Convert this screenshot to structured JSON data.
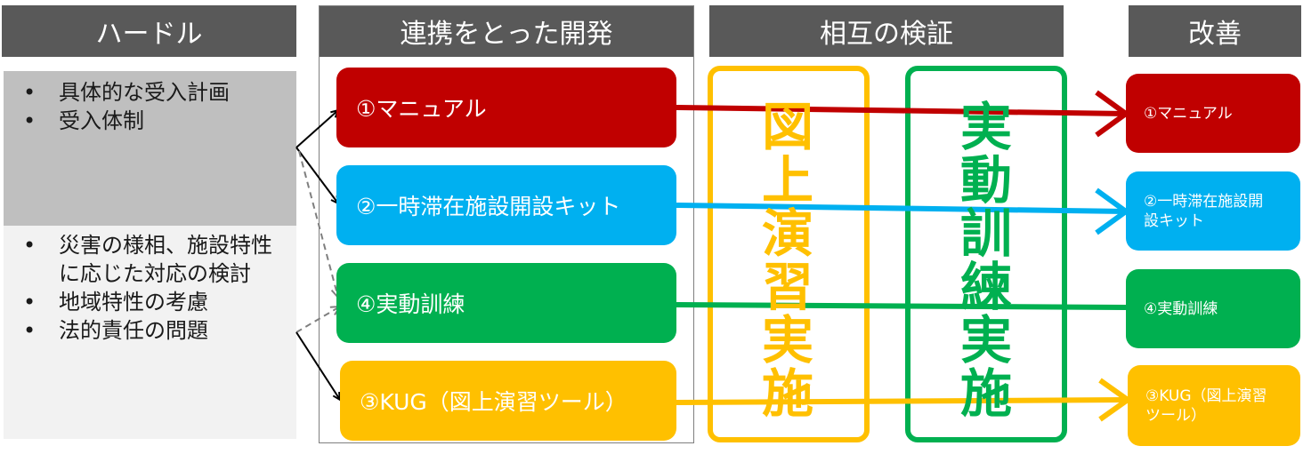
{
  "headers": {
    "hurdle": "ハードル",
    "dev": "連携をとった開発",
    "verify": "相互の検証",
    "improve": "改善"
  },
  "hurdles_top": [
    "具体的な受入計画",
    "受入体制"
  ],
  "hurdles_bottom": [
    "災害の様相、施設特性に応じた対応の検討",
    "地域特性の考慮",
    "法的責任の問題"
  ],
  "dev_items": [
    {
      "label": "①マニュアル",
      "color": "#c00000"
    },
    {
      "label": "②一時滞在施設開設キット",
      "color": "#00b0f0"
    },
    {
      "label": "④実動訓練",
      "color": "#00b050"
    },
    {
      "label": "③KUG（図上演習ツール）",
      "color": "#ffc000"
    }
  ],
  "verification": {
    "tabletop": {
      "label": "図上演習実施",
      "color": "#ffc000"
    },
    "field": {
      "label": "実動訓練実施",
      "color": "#00b050"
    }
  },
  "improve_items": [
    {
      "label": "①マニュアル",
      "color": "#c00000"
    },
    {
      "label": "②一時滞在施設開設キット",
      "color": "#00b0f0"
    },
    {
      "label": "④実動訓練",
      "color": "#00b050"
    },
    {
      "label": "③KUG（図上演習ツール）",
      "color": "#ffc000"
    }
  ]
}
